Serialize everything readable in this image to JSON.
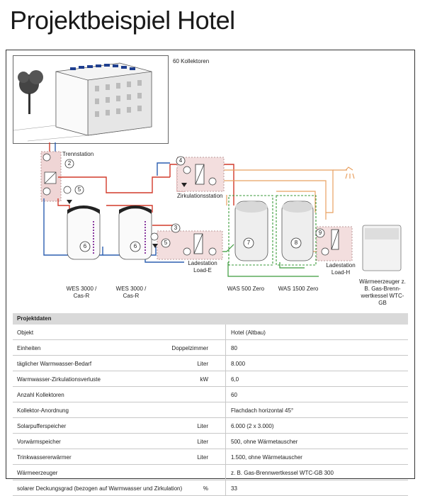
{
  "title": "Projektbeispiel Hotel",
  "collectors_label": "60 Kollektoren",
  "labels": {
    "trennstation": "Trennstation",
    "zirkulationsstation": "Zirkulationsstation",
    "ladestation_e": "Ladestation Load-E",
    "ladestation_h": "Ladestation Load-H",
    "wes1": "WES 3000 / Cas-R",
    "wes2": "WES 3000 / Cas-R",
    "was500": "WAS 500 Zero",
    "was1500": "WAS 1500 Zero",
    "waermeerzeuger": "Wärmeerzeuger z. B. Gas-Brenn-wertkessel WTC-GB"
  },
  "numbers": {
    "n2": "2",
    "n3": "3",
    "n4": "4",
    "n5a": "5",
    "n5b": "5",
    "n6a": "6",
    "n6b": "6",
    "n7": "7",
    "n8": "8",
    "n9": "9"
  },
  "colors": {
    "hot": "#d23a2a",
    "cold": "#2c5fb0",
    "warm": "#e8a060",
    "solar_green": "#3a9a3a",
    "pink": "#d98080"
  },
  "table": {
    "header": "Projektdaten",
    "rows": [
      {
        "label": "Objekt",
        "unit": "",
        "value": "Hotel (Altbau)"
      },
      {
        "label": "Einheiten",
        "unit": "Doppelzimmer",
        "value": "80"
      },
      {
        "label": "täglicher Warmwasser-Bedarf",
        "unit": "Liter",
        "value": "8.000"
      },
      {
        "label": "Warmwasser-Zirkulationsverluste",
        "unit": "kW",
        "value": "6,0"
      },
      {
        "label": "Anzahl Kollektoren",
        "unit": "",
        "value": "60"
      },
      {
        "label": "Kollektor-Anordnung",
        "unit": "",
        "value": "Flachdach horizontal 45°"
      },
      {
        "label": "Solarpufferspeicher",
        "unit": "Liter",
        "value": "6.000 (2 x 3.000)"
      },
      {
        "label": "Vorwärmspeicher",
        "unit": "Liter",
        "value": "500, ohne Wärmetauscher"
      },
      {
        "label": "Trinkwassererwärmer",
        "unit": "Liter",
        "value": "1.500, ohne Wärmetauscher"
      },
      {
        "label": "Wärmeerzeuger",
        "unit": "",
        "value": "z. B. Gas-Brennwertkessel WTC-GB 300"
      },
      {
        "label": "solarer Deckungsgrad (bezogen auf Warmwasser und Zirkulation)",
        "unit": "%",
        "value": "33"
      }
    ]
  }
}
